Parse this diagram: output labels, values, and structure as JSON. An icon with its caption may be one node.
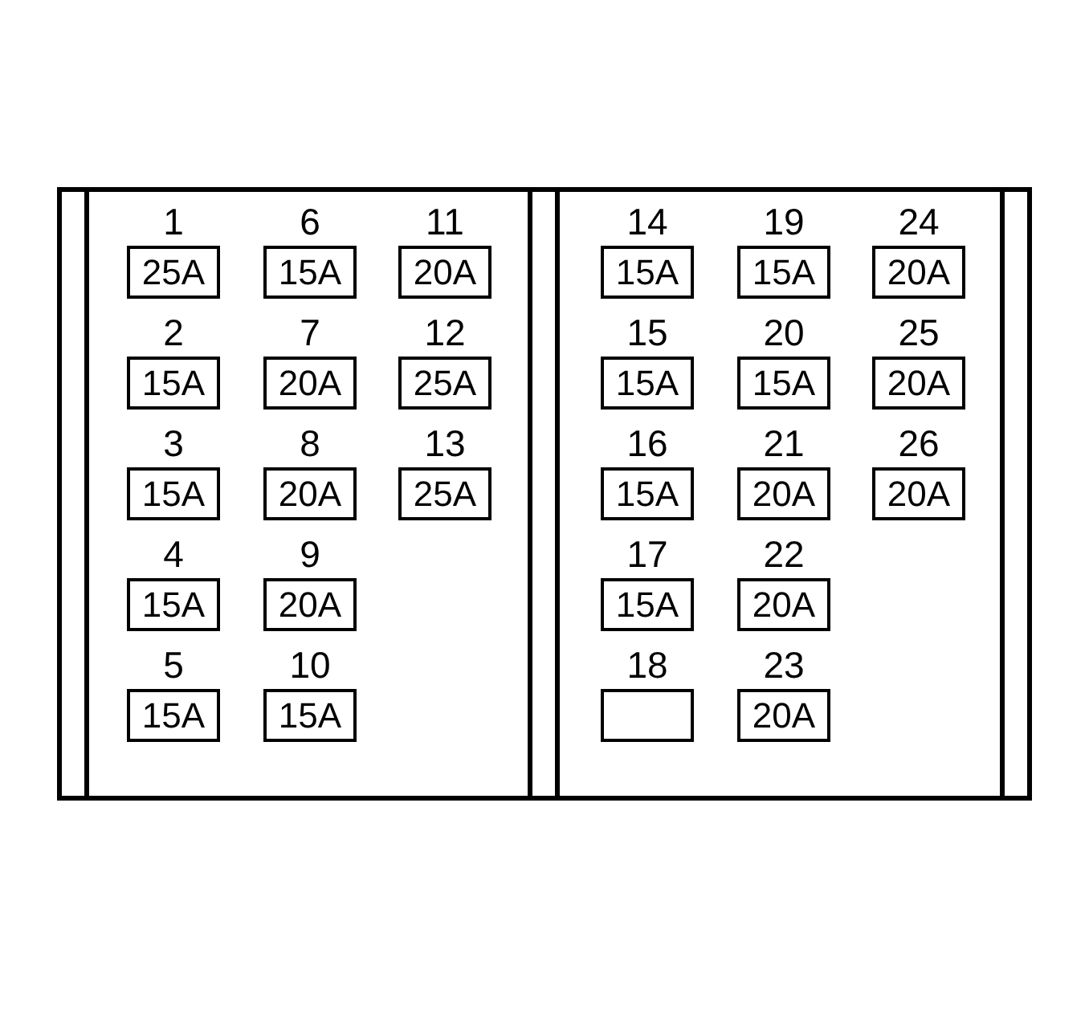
{
  "diagram": {
    "nodes": [
      {
        "text": [
          "1",
          "25A"
        ]
      },
      {
        "text": [
          "2",
          "15A"
        ]
      },
      {
        "text": [
          "3",
          "15A"
        ]
      },
      {
        "text": [
          "4",
          "15A"
        ]
      },
      {
        "text": [
          "5",
          "15A"
        ]
      },
      {
        "text": [
          "6",
          "15A"
        ]
      },
      {
        "text": [
          "7",
          "20A"
        ]
      },
      {
        "text": [
          "8",
          "20A"
        ]
      },
      {
        "text": [
          "9",
          "20A"
        ]
      },
      {
        "text": [
          "10",
          "15A"
        ]
      },
      {
        "text": [
          "11",
          "20A"
        ]
      },
      {
        "text": [
          "12",
          "25A"
        ]
      },
      {
        "text": [
          "13",
          "25A"
        ]
      },
      {
        "text": [
          "14",
          "15A"
        ]
      },
      {
        "text": [
          "15",
          "15A"
        ]
      },
      {
        "text": [
          "16",
          "15A"
        ]
      },
      {
        "text": [
          "17",
          "15A"
        ]
      },
      {
        "text": [
          "18"
        ]
      },
      {
        "text": [
          "19",
          "15A"
        ]
      },
      {
        "text": [
          "20",
          "15A"
        ]
      },
      {
        "text": [
          "21",
          "20A"
        ]
      },
      {
        "text": [
          "22",
          "20A"
        ]
      },
      {
        "text": [
          "23",
          "20A"
        ]
      },
      {
        "text": [
          "24",
          "20A"
        ]
      },
      {
        "text": [
          "25",
          "20A"
        ]
      },
      {
        "text": [
          "26",
          "20A"
        ]
      }
    ]
  }
}
